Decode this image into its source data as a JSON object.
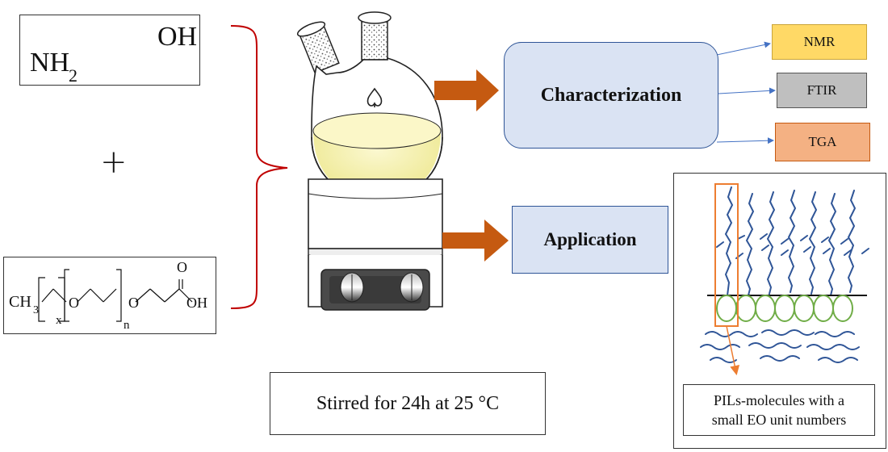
{
  "chemicals": {
    "ethanolamine_nh": "NH",
    "ethanolamine_sub": "2",
    "ethanolamine_oh": "OH",
    "plus": "+",
    "peg_ch3": "CH",
    "peg_ch3_sub": "3",
    "peg_x": "x",
    "peg_n": "n",
    "peg_o1": "O",
    "peg_o2": "O",
    "peg_o3": "O",
    "peg_oh": "OH"
  },
  "process": {
    "stirred_text": "Stirred for 24h at 25 °C"
  },
  "outputs": {
    "characterization": "Characterization",
    "application": "Application"
  },
  "techniques": [
    "NMR",
    "FTIR",
    "TGA"
  ],
  "pils": {
    "label_line1": "PILs-molecules with a",
    "label_line2": "small EO unit numbers"
  },
  "colors": {
    "arrow_fill": "#c55a11",
    "bracket": "#c00000",
    "box_fill": "#dae3f3",
    "box_border": "#2f5597",
    "nmr_fill": "#ffd966",
    "ftir_fill": "#bfbfbf",
    "tga_fill": "#f4b183",
    "chain": "#2f5597",
    "ring": "#70ad47",
    "highlight": "#ed7d31",
    "liquid": "#f4f0a0"
  }
}
